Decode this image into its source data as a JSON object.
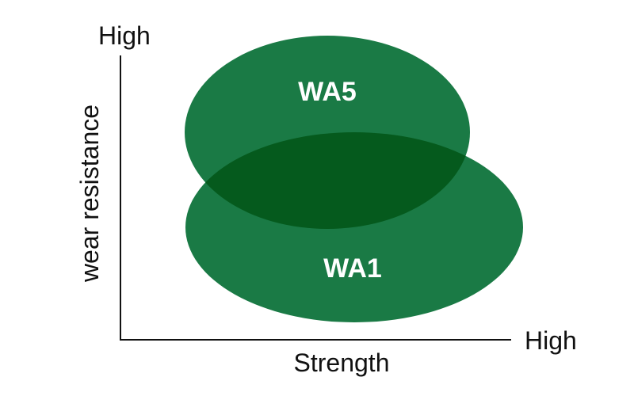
{
  "y_axis": {
    "label": "wear resistance",
    "end_label": "High"
  },
  "x_axis": {
    "label": "Strength",
    "end_label": "High"
  },
  "regions": {
    "upper": {
      "label": "WA5"
    },
    "lower": {
      "label": "WA1"
    }
  },
  "colors": {
    "region_fill": "#1a7a45",
    "overlap_fill": "#055a1d",
    "axis": "#111111"
  }
}
